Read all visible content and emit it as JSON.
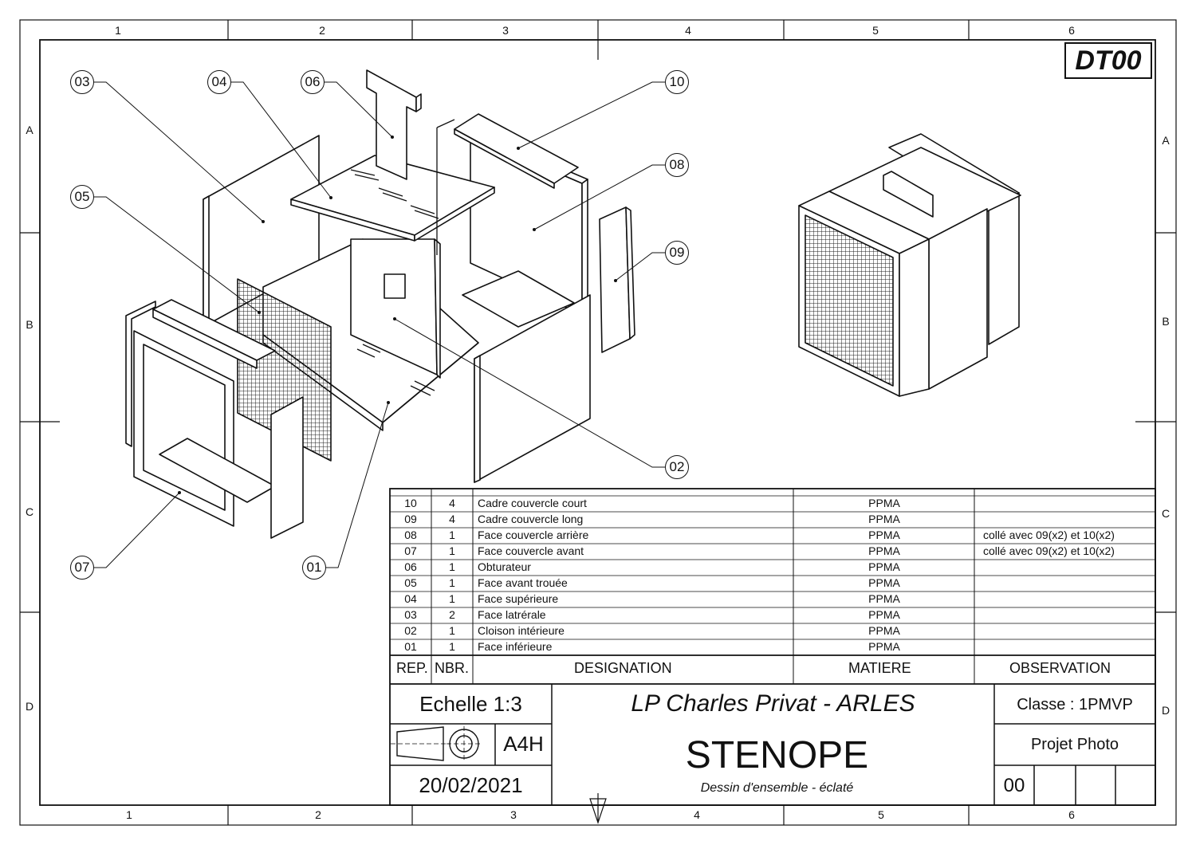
{
  "sheet": {
    "code": "DT00",
    "format": "A4H",
    "scale": "Echelle 1:3",
    "date": "20/02/2021",
    "school": "LP Charles Privat - ARLES",
    "title": "STENOPE",
    "subtitle": "Dessin d'ensemble - éclaté",
    "class": "Classe : 1PMVP",
    "project": "Projet Photo",
    "revision": "00"
  },
  "frame": {
    "columns": [
      "1",
      "2",
      "3",
      "4",
      "5",
      "6"
    ],
    "rows": [
      "A",
      "B",
      "C",
      "D"
    ]
  },
  "callouts": [
    "03",
    "04",
    "06",
    "10",
    "08",
    "05",
    "09",
    "02",
    "07",
    "01"
  ],
  "parts_header": {
    "rep": "REP.",
    "nbr": "NBR.",
    "designation": "DESIGNATION",
    "matiere": "MATIERE",
    "observation": "OBSERVATION"
  },
  "parts": [
    {
      "rep": "10",
      "nbr": "4",
      "designation": "Cadre couvercle court",
      "matiere": "PPMA",
      "observation": ""
    },
    {
      "rep": "09",
      "nbr": "4",
      "designation": "Cadre couvercle long",
      "matiere": "PPMA",
      "observation": ""
    },
    {
      "rep": "08",
      "nbr": "1",
      "designation": "Face couvercle arrière",
      "matiere": "PPMA",
      "observation": "collé avec 09(x2) et 10(x2)"
    },
    {
      "rep": "07",
      "nbr": "1",
      "designation": "Face couvercle avant",
      "matiere": "PPMA",
      "observation": "collé avec 09(x2) et 10(x2)"
    },
    {
      "rep": "06",
      "nbr": "1",
      "designation": "Obturateur",
      "matiere": "PPMA",
      "observation": ""
    },
    {
      "rep": "05",
      "nbr": "1",
      "designation": "Face avant trouée",
      "matiere": "PPMA",
      "observation": ""
    },
    {
      "rep": "04",
      "nbr": "1",
      "designation": "Face supérieure",
      "matiere": "PPMA",
      "observation": ""
    },
    {
      "rep": "03",
      "nbr": "2",
      "designation": "Face latrérale",
      "matiere": "PPMA",
      "observation": ""
    },
    {
      "rep": "02",
      "nbr": "1",
      "designation": "Cloison intérieure",
      "matiere": "PPMA",
      "observation": ""
    },
    {
      "rep": "01",
      "nbr": "1",
      "designation": "Face inférieure",
      "matiere": "PPMA",
      "observation": ""
    }
  ]
}
